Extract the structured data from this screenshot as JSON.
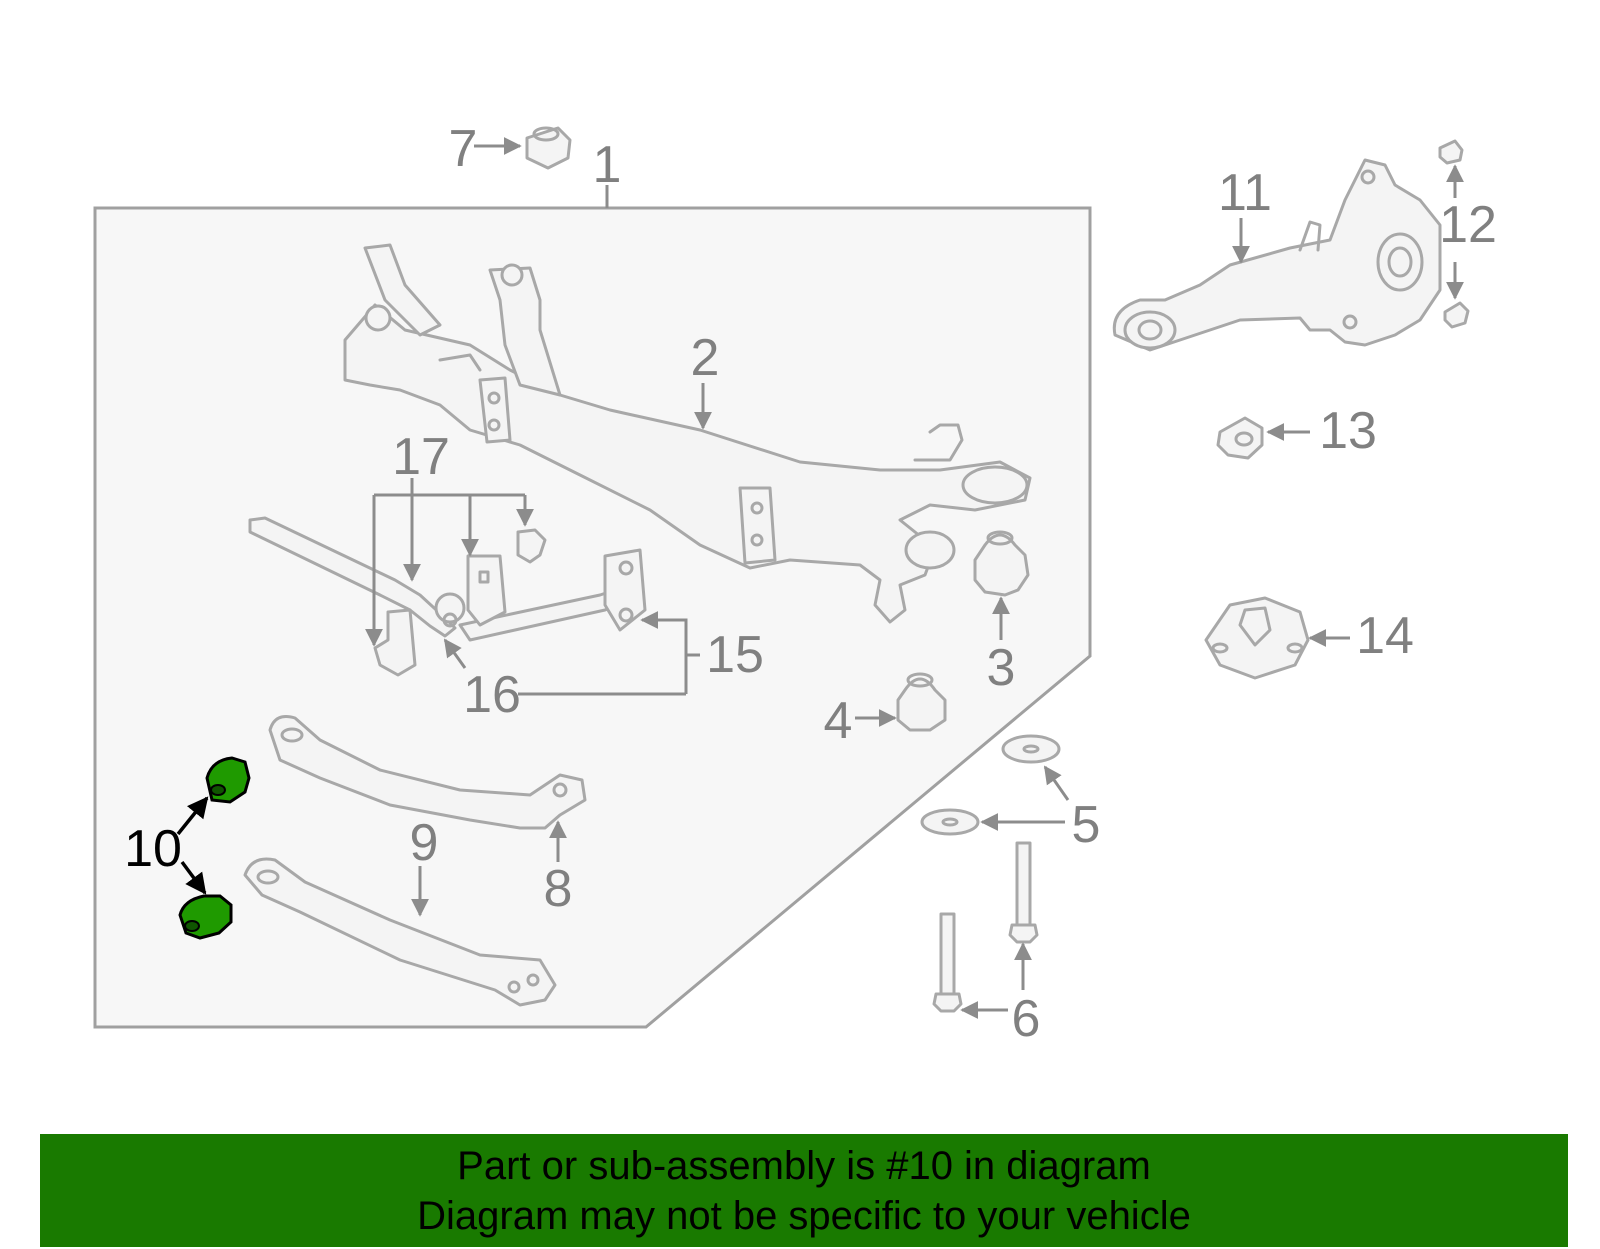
{
  "colors": {
    "highlight": "#1f9a00",
    "banner": "#197a00",
    "line": "#a8a8a8",
    "label": "#808080",
    "highlight_label": "#000000"
  },
  "callouts": {
    "c1": "1",
    "c2": "2",
    "c3": "3",
    "c4": "4",
    "c5": "5",
    "c6": "6",
    "c7": "7",
    "c8": "8",
    "c9": "9",
    "c10": "10",
    "c11": "11",
    "c12": "12",
    "c13": "13",
    "c14": "14",
    "c15": "15",
    "c16": "16",
    "c17": "17"
  },
  "highlighted_part": "10",
  "banner": {
    "line1": "Part or sub-assembly is #10 in diagram",
    "line2": "Diagram may not be specific to your vehicle"
  }
}
